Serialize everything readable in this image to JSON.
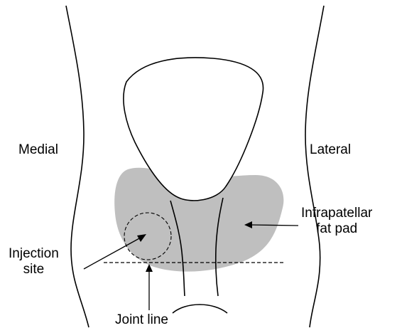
{
  "labels": {
    "medial": "Medial",
    "lateral": "Lateral",
    "fat_pad_line1": "Infrapatellar",
    "fat_pad_line2": "fat pad",
    "injection_line1": "Injection",
    "injection_line2": "site",
    "joint_line": "Joint line"
  },
  "colors": {
    "stroke": "#000000",
    "fat_pad_fill": "#bfbfbf",
    "background": "#ffffff"
  }
}
